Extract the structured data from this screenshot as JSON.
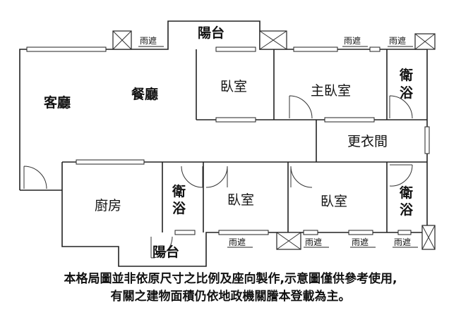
{
  "rooms": {
    "balcony_top": "陽台",
    "living_room": "客廳",
    "dining_room": "餐廳",
    "bedroom_top": "臥室",
    "master_bedroom": "主臥室",
    "bath_top_line1": "衛",
    "bath_top_line2": "浴",
    "walk_in_closet": "更衣間",
    "kitchen": "廚房",
    "bath_bottom_line1": "衛",
    "bath_bottom_line2": "浴",
    "bedroom_bottom_left": "臥室",
    "bedroom_bottom_right": "臥室",
    "balcony_bottom": "陽台"
  },
  "rain_shelters": {
    "top_1": "雨遮",
    "top_2": "雨遮",
    "top_3": "雨遮",
    "bottom_1": "雨遮",
    "bottom_2": "雨遮",
    "bottom_3": "雨遮",
    "bottom_4": "雨遮"
  },
  "disclaimer": {
    "line1": "本格局圖並非依原尺寸之比例及座向製作,示意圖僅供參考使用,",
    "line2": "有關之建物面積仍依地政機關謄本登載為主。"
  }
}
